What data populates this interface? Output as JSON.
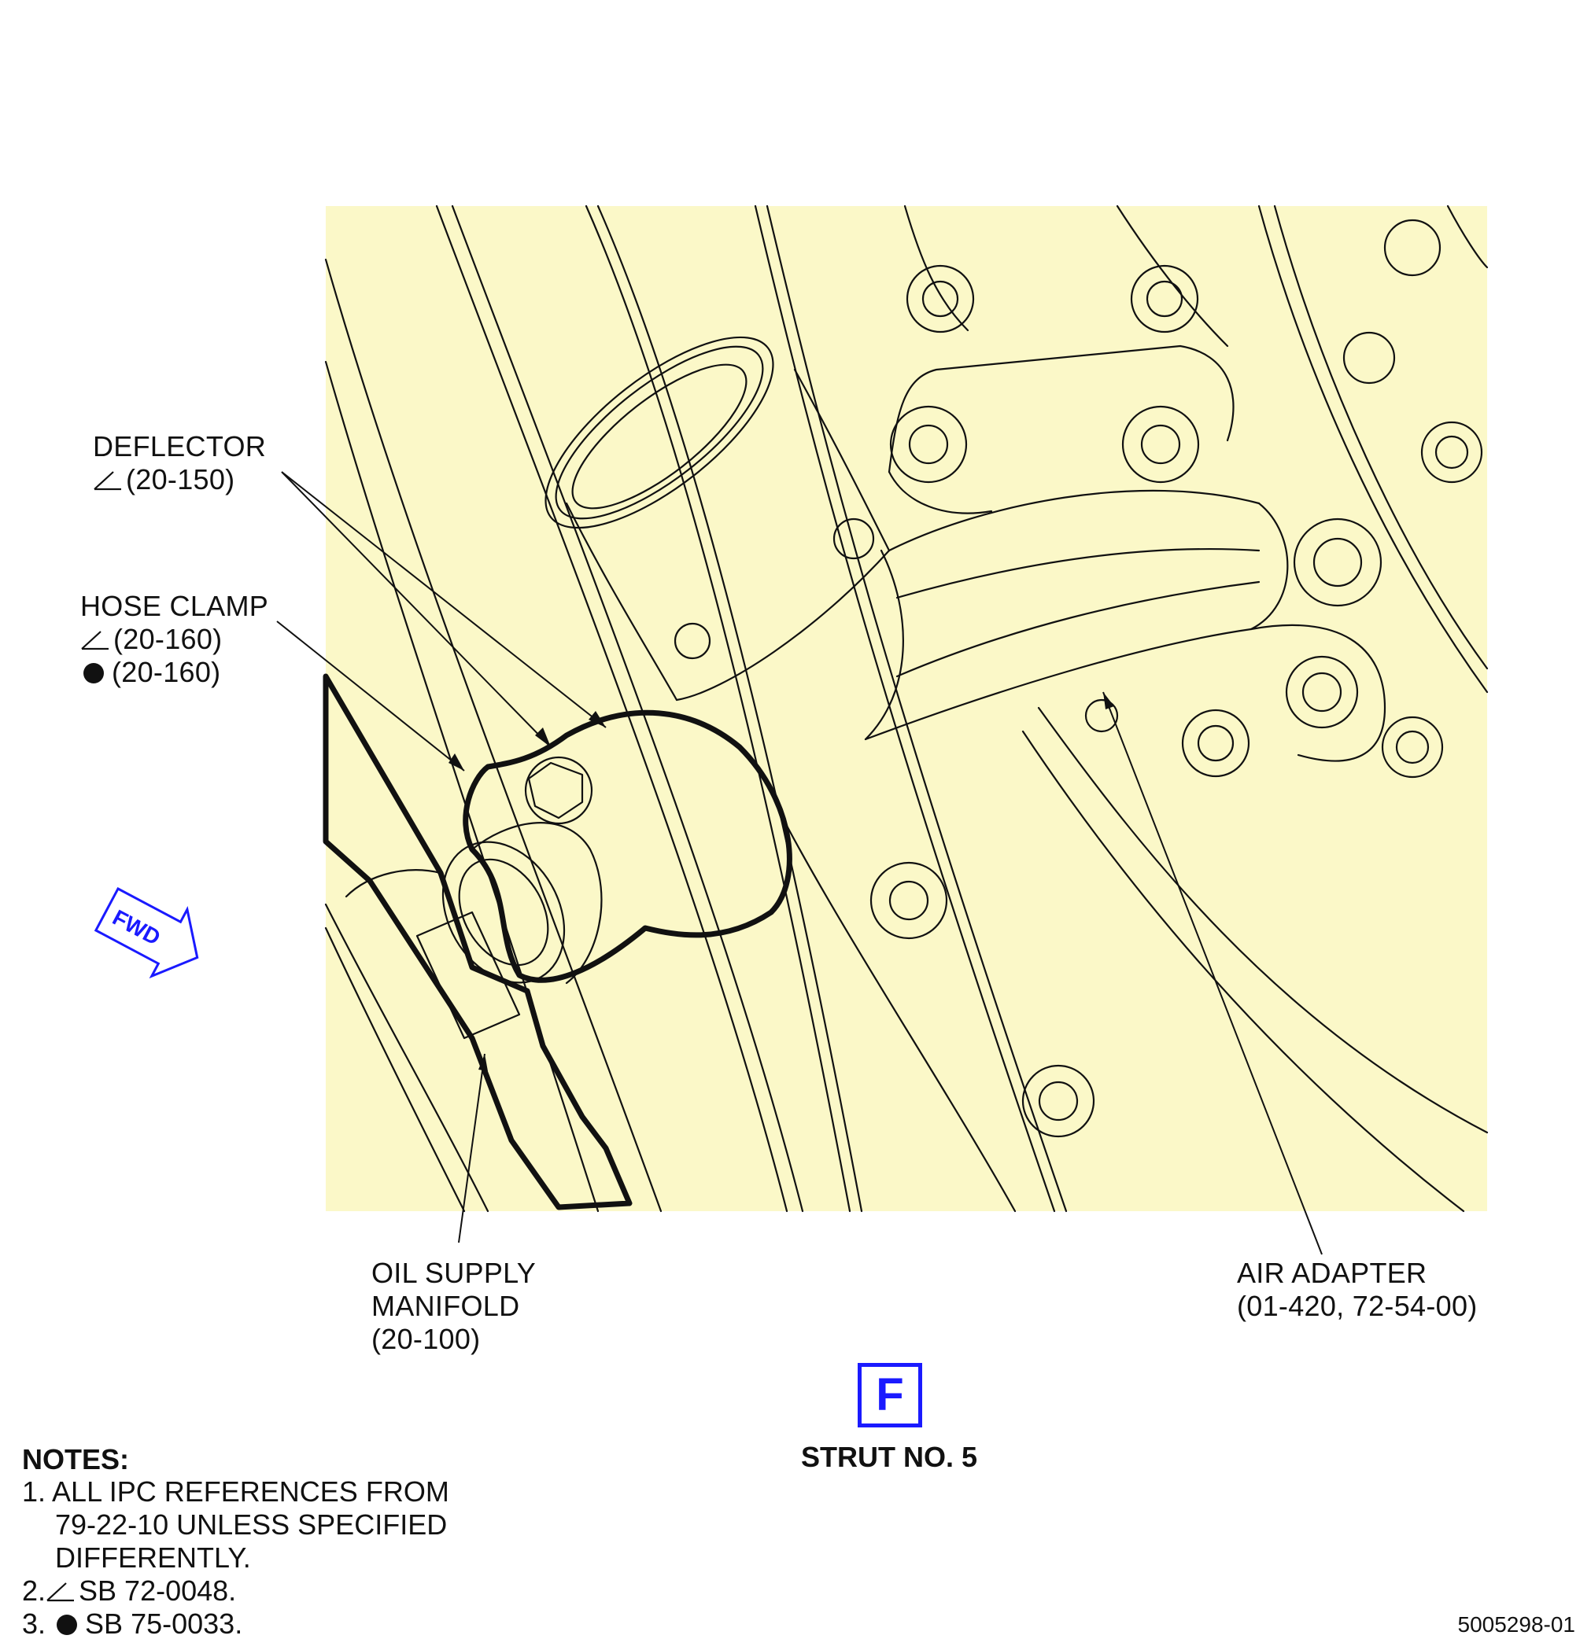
{
  "labels": {
    "deflector": {
      "name": "DEFLECTOR",
      "ref": "(20-150)"
    },
    "hose_clamp": {
      "name": "HOSE CLAMP",
      "ref1": "(20-160)",
      "ref2": "(20-160)"
    },
    "oil_supply_manifold": {
      "line1": "OIL SUPPLY",
      "line2": "MANIFOLD",
      "ref": "(20-100)"
    },
    "air_adapter": {
      "name": "AIR ADAPTER",
      "ref": "(01-420, 72-54-00)"
    },
    "fwd_arrow": "FWD"
  },
  "view": {
    "letter": "F",
    "title": "STRUT NO. 5"
  },
  "notes": {
    "title": "NOTES:",
    "items": [
      {
        "num": "1.",
        "line1": "ALL IPC REFERENCES FROM",
        "line2": "79-22-10 UNLESS SPECIFIED",
        "line3": "DIFFERENTLY."
      },
      {
        "num": "2.",
        "text": "SB 72-0048."
      },
      {
        "num": "3.",
        "text": "SB 75-0033."
      }
    ]
  },
  "document_number": "5005298-01",
  "colors": {
    "background_panel": "#fbf8c8",
    "accent": "#1a1aff",
    "line": "#111111"
  },
  "icons": {
    "triangle": "revision-triangle-icon",
    "dot": "filled-dot-icon"
  }
}
